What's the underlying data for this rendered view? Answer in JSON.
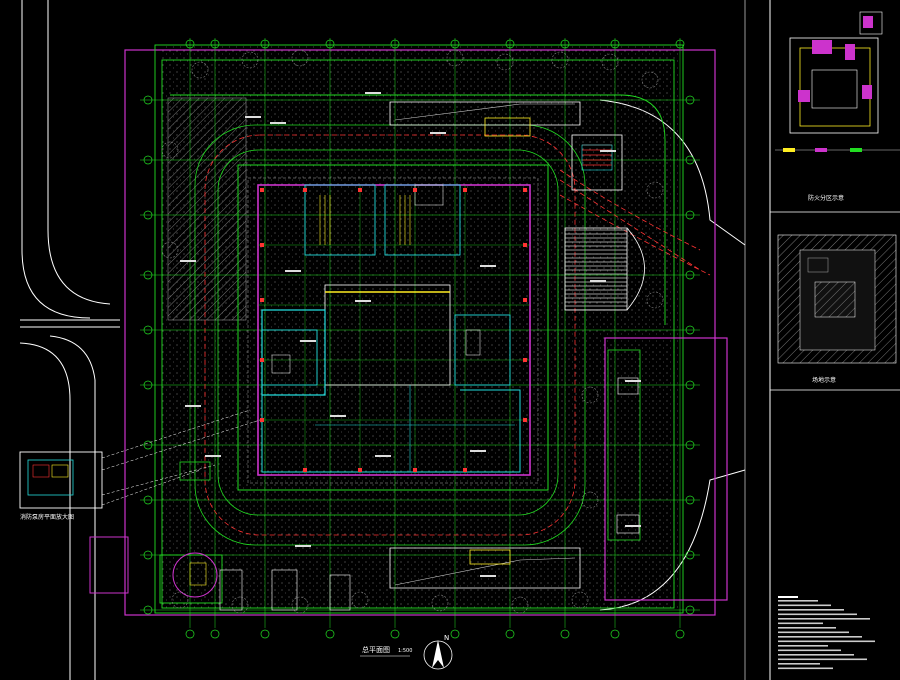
{
  "drawing": {
    "main_title": "总平面图",
    "main_scale": "1:500",
    "north_label": "N",
    "detail_left_title": "消防泵房平面放大图",
    "panel_top_title": "防火分区示意",
    "panel_mid_title": "场地示意",
    "colors": {
      "background": "#000000",
      "green": "#22dd22",
      "magenta": "#cc33cc",
      "yellow": "#ffee22",
      "cyan": "#22dddd",
      "red": "#ff3333",
      "white": "#ffffff",
      "grey": "#888888"
    }
  }
}
